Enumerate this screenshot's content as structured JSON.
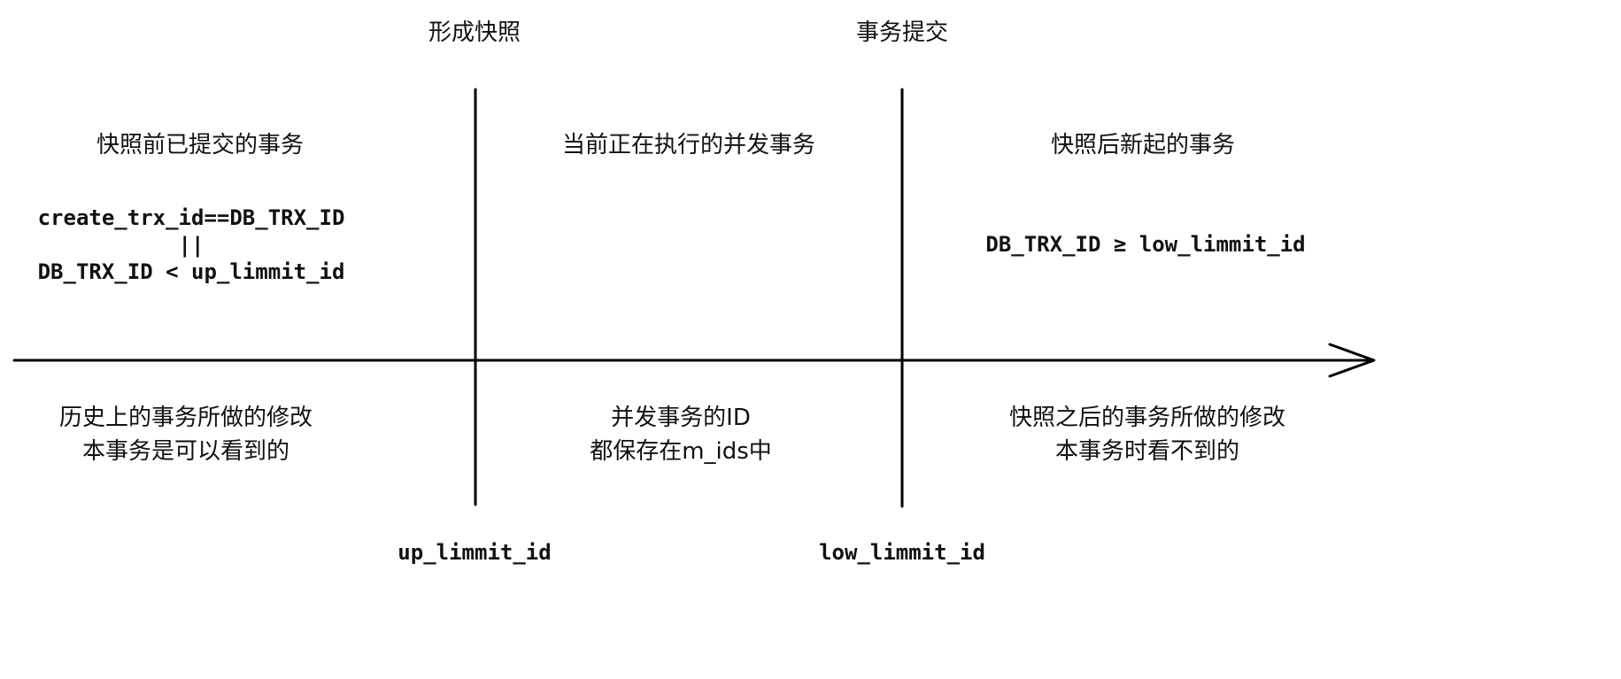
{
  "top": {
    "snapshot_label": "形成快照",
    "commit_label": "事务提交"
  },
  "regions": {
    "left": {
      "title": "快照前已提交的事务",
      "cond_line1": "create_trx_id==DB_TRX_ID",
      "cond_line2": "||",
      "cond_line3": "DB_TRX_ID < up_limmit_id",
      "desc_line1": "历史上的事务所做的修改",
      "desc_line2": "本事务是可以看到的"
    },
    "middle": {
      "title": "当前正在执行的并发事务",
      "desc_line1": "并发事务的ID",
      "desc_line2": "都保存在m_ids中"
    },
    "right": {
      "title": "快照后新起的事务",
      "cond": "DB_TRX_ID ≥ low_limmit_id",
      "desc_line1": "快照之后的事务所做的修改",
      "desc_line2": "本事务时看不到的"
    }
  },
  "bottom": {
    "up_label": "up_limmit_id",
    "low_label": "low_limmit_id"
  },
  "colors": {
    "stroke": "#000000",
    "text": "#111111",
    "background": "#ffffff"
  }
}
